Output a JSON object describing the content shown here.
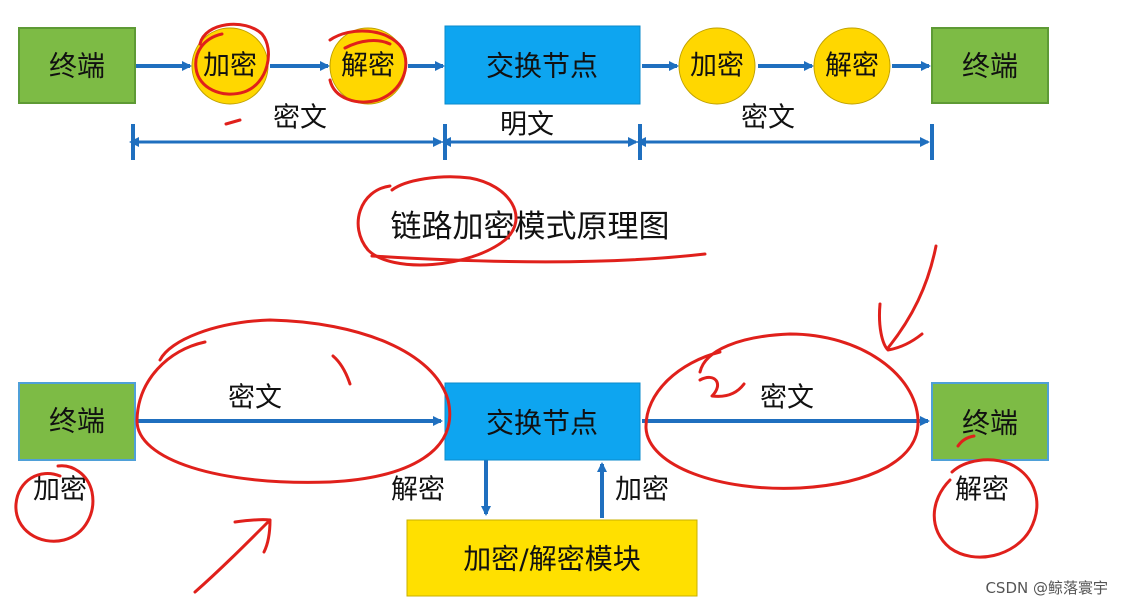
{
  "colors": {
    "terminal_fill": "#7DBB45",
    "terminal_border": "#5E9A35",
    "switch_fill": "#0EA5F0",
    "module_fill": "#FFE000",
    "circle_fill": "#FFD700",
    "arrow": "#1F6FBF",
    "annotation": "#E0201B"
  },
  "top": {
    "terminal_left": "终端",
    "encrypt_1": "加密",
    "decrypt_1": "解密",
    "switch_node": "交换节点",
    "encrypt_2": "加密",
    "decrypt_2": "解密",
    "terminal_right": "终端",
    "span_left_label": "密文",
    "span_middle_label": "明文",
    "span_right_label": "密文",
    "caption": "链路加密模式原理图"
  },
  "bottom": {
    "terminal_left": "终端",
    "switch_node": "交换节点",
    "terminal_right": "终端",
    "left_link_label": "密文",
    "right_link_label": "密文",
    "left_encrypt_label": "加密",
    "down_decrypt_label": "解密",
    "up_encrypt_label": "加密",
    "right_decrypt_label": "解密",
    "module": "加密/解密模块"
  },
  "watermark": "CSDN @鲸落寰宇"
}
